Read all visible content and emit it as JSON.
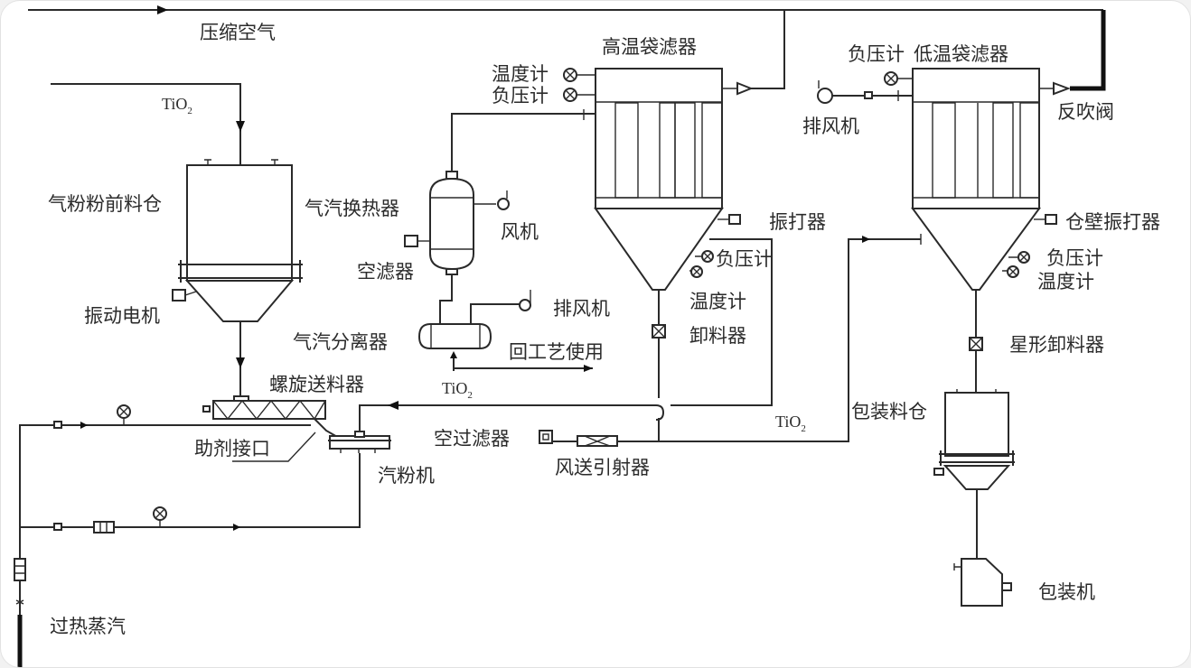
{
  "diagram": {
    "title": "TiO2 steam jet milling process flow",
    "streams": {
      "compressed_air": "压缩空气",
      "superheated_steam": "过热蒸汽",
      "return_to_process": "回工艺使用",
      "tio2_feed": {
        "main": "TiO",
        "sub": "2"
      },
      "tio2_recycle": {
        "main": "TiO",
        "sub": "2"
      },
      "tio2_to_packing": {
        "main": "TiO",
        "sub": "2"
      }
    },
    "equipment": {
      "pre_mill_bin": "气粉粉前料仓",
      "vibration_motor": "振动电机",
      "screw_feeder": "螺旋送料器",
      "additive_port": "助剂接口",
      "steam_mill": "汽粉机",
      "steam_heat_exchanger": "气汽换热器",
      "air_filter_1": "空滤器",
      "fan_1": "风机",
      "steam_separator": "气汽分离器",
      "exhaust_fan_1": "排风机",
      "ht_bag_filter": "高温袋滤器",
      "ht_thermometer": "温度计",
      "ht_vacuum_gauge": "负压计",
      "ht_rapper": "振打器",
      "ht_cone_vacuum_gauge": "负压计",
      "ht_cone_thermometer": "温度计",
      "ht_discharger": "卸料器",
      "air_filter_2": "空过滤器",
      "air_ejector": "风送引射器",
      "lt_bag_filter": "低温袋滤器",
      "lt_vacuum_gauge": "负压计",
      "exhaust_fan_2": "排风机",
      "blowback_valve": "反吹阀",
      "wall_rapper": "仓壁振打器",
      "lt_cone_vacuum_gauge": "负压计",
      "lt_cone_thermometer": "温度计",
      "star_discharger": "星形卸料器",
      "packing_bin": "包装料仓",
      "packing_machine": "包装机"
    }
  }
}
